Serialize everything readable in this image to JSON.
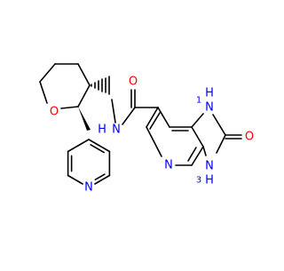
{
  "molecule": {
    "atom_labels": {
      "ring_oxygen": "O",
      "amide_nitrogen": "N",
      "amide_hydrogen": "H",
      "carbonyl_oxygen": "O",
      "pyridine_nitrogen": "N",
      "imidazole_n1": "N",
      "imidazole_h1": "H",
      "imidazole_h1_number": "1",
      "imidazole_n3": "N",
      "imidazole_h3": "H",
      "imidazole_h3_number": "3",
      "urea_oxygen": "O",
      "bicyclic_pyridine_nitrogen": "N"
    },
    "colors": {
      "carbon": "#000000",
      "nitrogen": "#0000ff",
      "oxygen": "#ff0000"
    }
  }
}
